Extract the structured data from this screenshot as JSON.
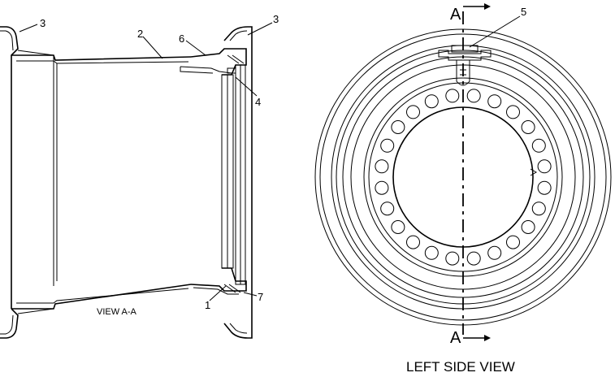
{
  "callouts": {
    "c3_left": "3",
    "c2": "2",
    "c6": "6",
    "c3_right": "3",
    "c4": "4",
    "c1": "1",
    "c7": "7",
    "c5": "5"
  },
  "section_marks": {
    "top": "A",
    "bottom": "A"
  },
  "views": {
    "section_caption": "VIEW A-A",
    "side_caption": "LEFT SIDE VIEW"
  }
}
